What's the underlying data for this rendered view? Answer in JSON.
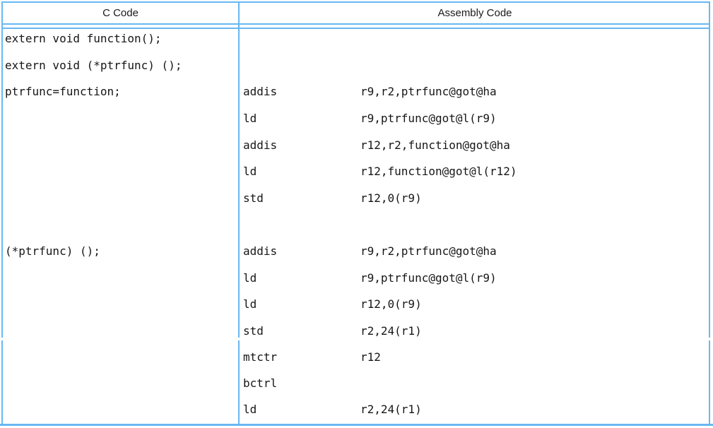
{
  "table": {
    "headers": {
      "c": "C Code",
      "asm": "Assembly Code"
    },
    "c_code": {
      "lines": [
        {
          "text": "extern void function();"
        },
        {
          "text": "extern void (*ptrfunc) ();"
        },
        {
          "text": "ptrfunc=function;"
        },
        {
          "text": "(*ptrfunc) ();"
        }
      ]
    },
    "assembly": {
      "block1": [
        {
          "m": "addis",
          "o": "r9,r2,ptrfunc@got@ha"
        },
        {
          "m": "ld",
          "o": "r9,ptrfunc@got@l(r9)"
        },
        {
          "m": "addis",
          "o": "r12,r2,function@got@ha"
        },
        {
          "m": "ld",
          "o": "r12,function@got@l(r12)"
        },
        {
          "m": "std",
          "o": "r12,0(r9)"
        }
      ],
      "block2": [
        {
          "m": "addis",
          "o": "r9,r2,ptrfunc@got@ha"
        },
        {
          "m": "ld",
          "o": "r9,ptrfunc@got@l(r9)"
        },
        {
          "m": "ld",
          "o": "r12,0(r9)"
        },
        {
          "m": "std",
          "o": "r2,24(r1)"
        }
      ],
      "block3": [
        {
          "m": "mtctr",
          "o": "r12"
        },
        {
          "m": "bctrl",
          "o": ""
        },
        {
          "m": "ld",
          "o": "r2,24(r1)"
        }
      ]
    },
    "colors": {
      "border": "#68b8f2",
      "text": "#161616"
    }
  }
}
